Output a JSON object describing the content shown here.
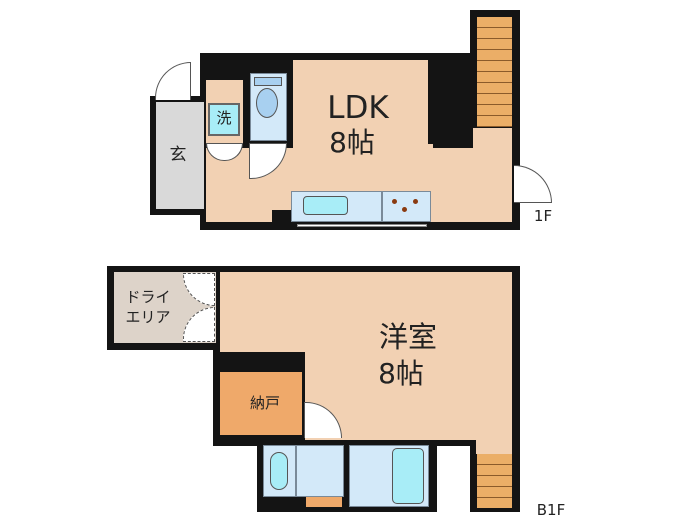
{
  "floor_1f": {
    "level_label": "1F",
    "rooms": {
      "ldk_name": "LDK",
      "ldk_size": "8帖",
      "entrance": "玄",
      "washer": "洗"
    }
  },
  "floor_b1f": {
    "level_label": "B1F",
    "rooms": {
      "western_room_name": "洋室",
      "western_room_size": "8帖",
      "storage": "納戸",
      "dry_area_line1": "ドライ",
      "dry_area_line2": "エリア"
    }
  },
  "colors": {
    "floor": "#F2D1B3",
    "wall": "#141414",
    "wet_area": "#D3E9F9",
    "stairs": "#EBAE67",
    "storage": "#EFA96A"
  }
}
